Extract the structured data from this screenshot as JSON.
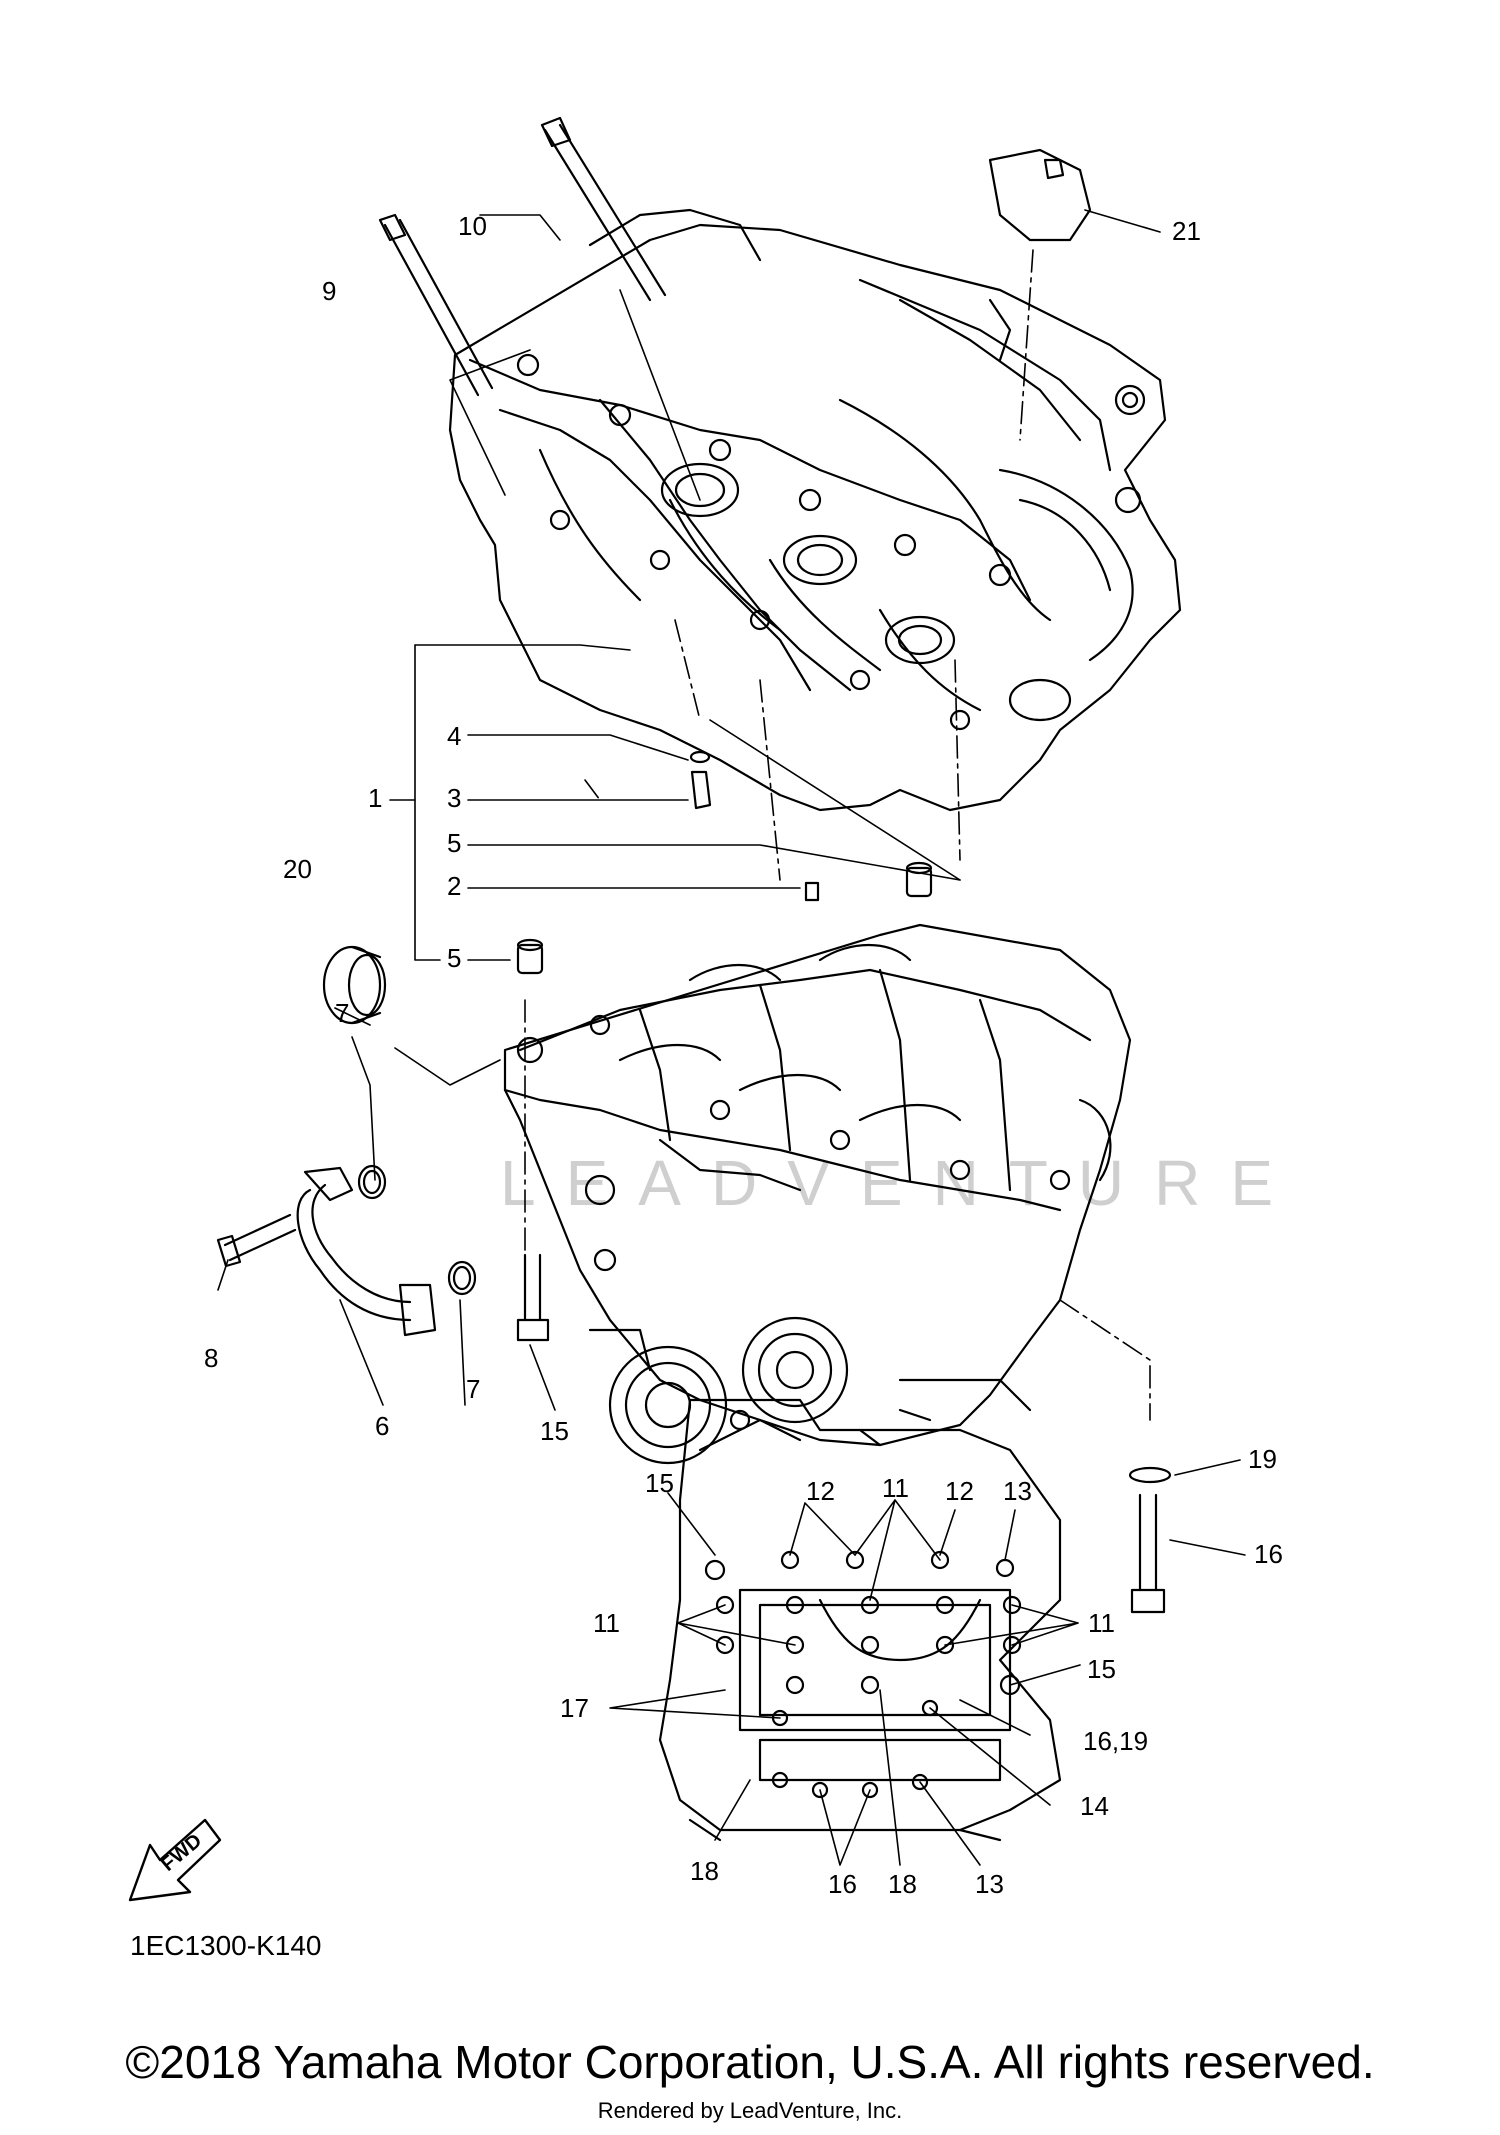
{
  "diagram": {
    "part_code": "1EC1300-K140",
    "watermark": "LEADVENTURE",
    "fwd_label": "FWD",
    "callouts": {
      "c1": "1",
      "c2": "2",
      "c3": "3",
      "c4": "4",
      "c5a": "5",
      "c5b": "5",
      "c6": "6",
      "c7a": "7",
      "c7b": "7",
      "c8": "8",
      "c9": "9",
      "c10": "10",
      "c15a": "15",
      "c16a": "16",
      "c19": "19",
      "c20": "20",
      "c21": "21",
      "b15": "15",
      "b12a": "12",
      "b11a": "11",
      "b12b": "12",
      "b13a": "13",
      "b11l": "11",
      "b11r": "11",
      "b15r": "15",
      "b17": "17",
      "b1619": "16,19",
      "b14": "14",
      "b18a": "18",
      "b16": "16",
      "b18b": "18",
      "b13b": "13"
    }
  },
  "footer": {
    "copyright": "©2018 Yamaha Motor Corporation, U.S.A. All rights reserved.",
    "rendered_by": "Rendered by LeadVenture, Inc."
  }
}
